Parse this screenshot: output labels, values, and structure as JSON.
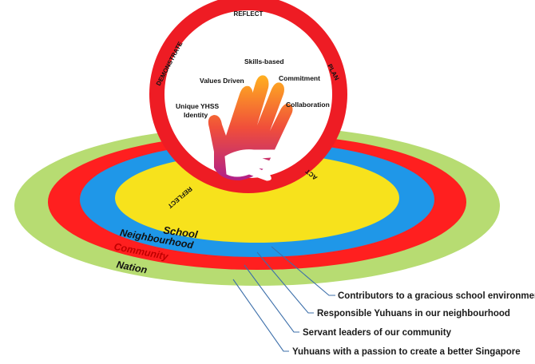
{
  "colors": {
    "nation": "#b7dc72",
    "community": "#ff1f1f",
    "neighbourhood": "#1f97e8",
    "school": "#f7e21c",
    "ring": "#ee1c24",
    "leader": "#3c6faa",
    "hand_top": "#ffb020",
    "hand_mid": "#f04e3a",
    "hand_bottom": "#b0208a"
  },
  "rings": {
    "school": "School",
    "neighbourhood": "Neighbourhood",
    "community": "Community",
    "nation": "Nation"
  },
  "cycle": {
    "top": "REFLECT",
    "right_upper": "PLAN",
    "right_lower": "ACT",
    "left_upper": "DEMONSTRATE",
    "left_lower": "REFLECT"
  },
  "values": {
    "skills": "Skills-based",
    "values_driven": "Values Driven",
    "commitment": "Commitment",
    "identity_line1": "Unique YHSS",
    "identity_line2": "Identity",
    "collaboration": "Collaboration"
  },
  "outcomes": [
    "Contributors to a gracious school environment",
    "Responsible Yuhuans in our neighbourhood",
    "Servant leaders of our community",
    "Yuhuans with a passion to create a better Singapore"
  ],
  "icons": {
    "hands": "hands-icon"
  }
}
